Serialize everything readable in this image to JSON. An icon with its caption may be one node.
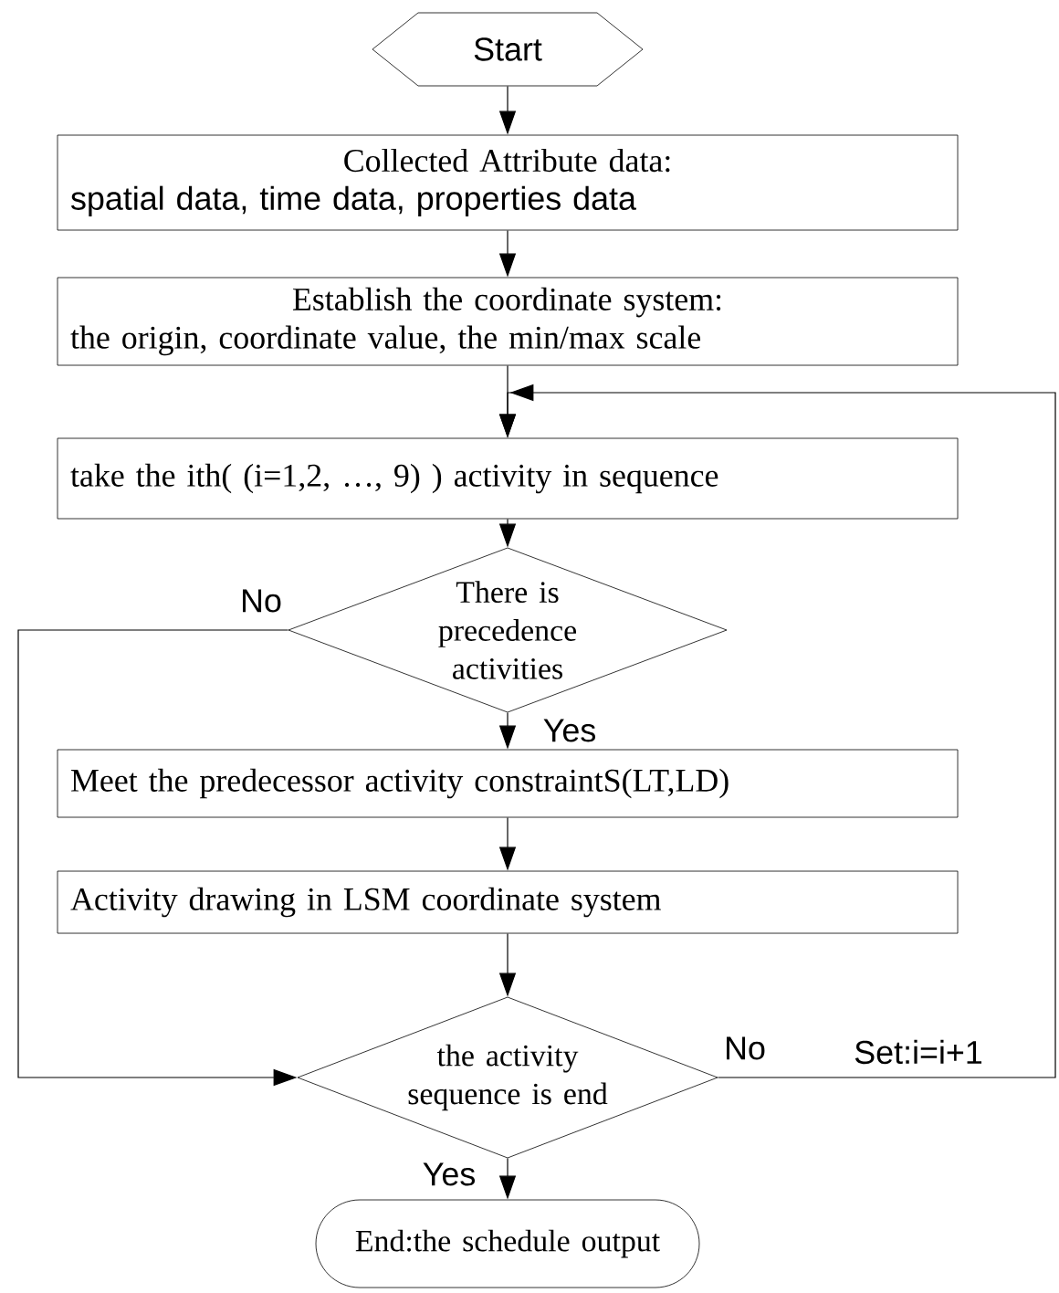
{
  "diagram": {
    "nodes": [
      {
        "text": [
          "Start"
        ]
      },
      {
        "text": [
          "Collected Attribute data:",
          "spatial data, time data, properties data"
        ]
      },
      {
        "text": [
          "Establish the coordinate system:",
          "the origin, coordinate value, the min/max scale"
        ]
      },
      {
        "text": [
          "take the ith( (i=1,2, …, 9) ) activity in sequence"
        ]
      },
      {
        "text": [
          "There is precedence activities"
        ]
      },
      {
        "text": [
          "Meet the predecessor activity constraintS(LT,LD)"
        ]
      },
      {
        "text": [
          "Activity drawing in LSM coordinate system"
        ]
      },
      {
        "text": [
          "the activity sequence is end"
        ]
      },
      {
        "text": [
          "End:the schedule output"
        ]
      }
    ],
    "edges": [
      {
        "from": 0,
        "to": 1,
        "arrow": "to"
      },
      {
        "from": 1,
        "to": 2,
        "arrow": "to"
      },
      {
        "from": 2,
        "to": 3,
        "arrow": "to"
      },
      {
        "from": 3,
        "to": 4,
        "arrow": "to"
      },
      {
        "from": 4,
        "to": 5,
        "arrow": "to",
        "label": "Yes"
      },
      {
        "from": 5,
        "to": 6,
        "arrow": "to"
      },
      {
        "from": 6,
        "to": 7,
        "arrow": "to"
      },
      {
        "from": 4,
        "to": 7,
        "arrow": "to",
        "label": "No"
      },
      {
        "from": 7,
        "to": 8,
        "arrow": "to",
        "label": "Yes"
      },
      {
        "from": 7,
        "to": 3,
        "arrow": "to",
        "label": "No"
      }
    ],
    "labels": [
      "Set:i=i+1"
    ]
  }
}
